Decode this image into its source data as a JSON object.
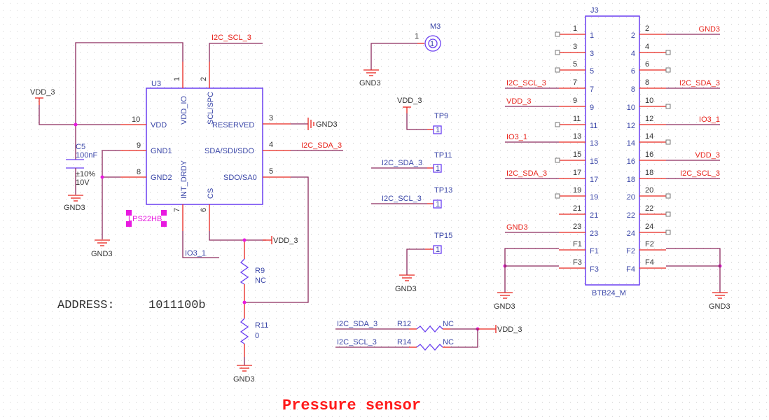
{
  "title": "Pressure sensor",
  "address_label": "ADDRESS:",
  "address_value": "1011100b",
  "colors": {
    "wire": "#8c2a5e",
    "pin": "#e8241c",
    "net_label": "#e8241c",
    "symbol": "#6a3ff0",
    "junction": "#e81ae0",
    "title": "#ff1a1a"
  },
  "nets": {
    "vdd": "VDD_3",
    "gnd": "GND3",
    "scl": "I2C_SCL_3",
    "sda": "I2C_SDA_3",
    "io": "IO3_1"
  },
  "u3": {
    "ref": "U3",
    "part": "LPS22HB",
    "pins": [
      {
        "num": "1",
        "name": "VDD_IO"
      },
      {
        "num": "2",
        "name": "SCL/SPC"
      },
      {
        "num": "3",
        "name": "RESERVED"
      },
      {
        "num": "4",
        "name": "SDA/SDI/SDO"
      },
      {
        "num": "5",
        "name": "SDO/SA0"
      },
      {
        "num": "6",
        "name": "CS"
      },
      {
        "num": "7",
        "name": "INT_DRDY"
      },
      {
        "num": "8",
        "name": "GND2"
      },
      {
        "num": "9",
        "name": "GND1"
      },
      {
        "num": "10",
        "name": "VDD"
      }
    ]
  },
  "c5": {
    "ref": "C5",
    "value": "100nF",
    "tol": "±10%",
    "voltage": "10V"
  },
  "r9": {
    "ref": "R9",
    "value": "NC"
  },
  "r11": {
    "ref": "R11",
    "value": "0"
  },
  "r12": {
    "ref": "R12",
    "value": "NC"
  },
  "r14": {
    "ref": "R14",
    "value": "NC"
  },
  "m3": {
    "ref": "M3",
    "pin": "1"
  },
  "testpoints": [
    {
      "ref": "TP9",
      "net": "VDD_3"
    },
    {
      "ref": "TP11",
      "net": "I2C_SDA_3"
    },
    {
      "ref": "TP13",
      "net": "I2C_SCL_3"
    },
    {
      "ref": "TP15",
      "net": "GND3"
    }
  ],
  "tp_pin": "1",
  "j3": {
    "ref": "J3",
    "part": "BTB24_M",
    "left": [
      {
        "num": "1",
        "net": ""
      },
      {
        "num": "3",
        "net": ""
      },
      {
        "num": "5",
        "net": ""
      },
      {
        "num": "7",
        "net": "I2C_SCL_3"
      },
      {
        "num": "9",
        "net": "VDD_3"
      },
      {
        "num": "11",
        "net": ""
      },
      {
        "num": "13",
        "net": "IO3_1"
      },
      {
        "num": "15",
        "net": ""
      },
      {
        "num": "17",
        "net": "I2C_SDA_3"
      },
      {
        "num": "19",
        "net": ""
      },
      {
        "num": "21",
        "net": ""
      },
      {
        "num": "23",
        "net": "GND3"
      },
      {
        "num": "F1",
        "net": ""
      },
      {
        "num": "F3",
        "net": ""
      }
    ],
    "right": [
      {
        "num": "2",
        "net": "GND3"
      },
      {
        "num": "4",
        "net": ""
      },
      {
        "num": "6",
        "net": ""
      },
      {
        "num": "8",
        "net": "I2C_SDA_3"
      },
      {
        "num": "10",
        "net": ""
      },
      {
        "num": "12",
        "net": "IO3_1"
      },
      {
        "num": "14",
        "net": ""
      },
      {
        "num": "16",
        "net": "VDD_3"
      },
      {
        "num": "18",
        "net": "I2C_SCL_3"
      },
      {
        "num": "20",
        "net": ""
      },
      {
        "num": "22",
        "net": ""
      },
      {
        "num": "24",
        "net": ""
      },
      {
        "num": "F2",
        "net": ""
      },
      {
        "num": "F4",
        "net": ""
      }
    ]
  }
}
